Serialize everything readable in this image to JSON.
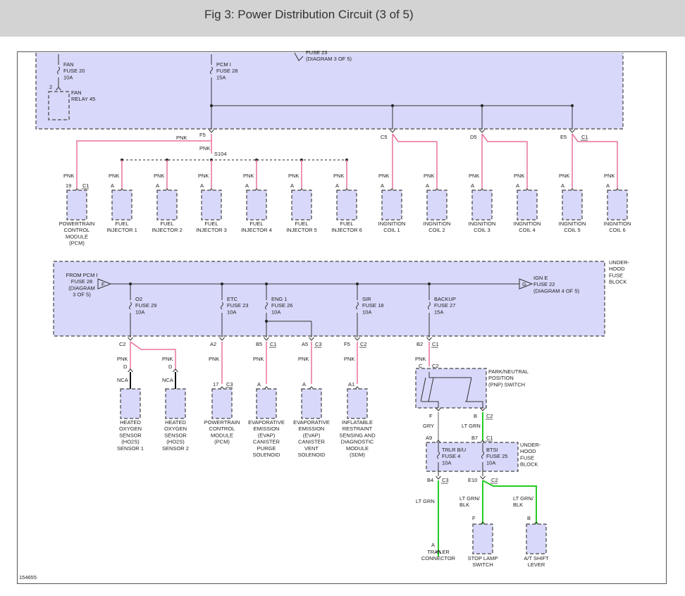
{
  "header": {
    "title": "Fig 3: Power Distribution Circuit (3 of 5)"
  },
  "figure_id": "154655",
  "colors": {
    "pnk": "#e8739a",
    "green": "#22cc22",
    "gray": "#b0b0b0",
    "box_fill": "#d8d8fa",
    "box_border": "#444444"
  },
  "top_block": {
    "fan_fuse": [
      "FAN",
      "FUSE 20",
      "10A"
    ],
    "pin_2": "2",
    "fan_relay": [
      "FAN",
      "RELAY 45"
    ],
    "pcm_fuse": [
      "PCM I",
      "FUSE 28",
      "15A"
    ],
    "partial_fuse": "FUSE 23",
    "diagram_ref": "(DIAGRAM 3 OF 5)"
  },
  "top_connectors": {
    "f5": "F5",
    "c5": "C5",
    "d5": "D5",
    "e5": "E5",
    "c1": "C1"
  },
  "splice": "S104",
  "wire_pnk": "PNK",
  "wire_nca": "NCA",
  "wire_gry": "GRY",
  "wire_lt_grn": "LT GRN",
  "wire_lt_grn_blk": [
    "LT GRN/",
    "BLK"
  ],
  "top_components": [
    {
      "pin": "19",
      "conn": "C1",
      "label": [
        "POWERTRAIN",
        "CONTROL",
        "MODULE",
        "(PCM)"
      ]
    },
    {
      "pin": "A",
      "label": [
        "FUEL",
        "INJECTOR 1"
      ]
    },
    {
      "pin": "A",
      "label": [
        "FUEL",
        "INJECTOR 2"
      ]
    },
    {
      "pin": "A",
      "label": [
        "FUEL",
        "INJECTOR 3"
      ]
    },
    {
      "pin": "A",
      "label": [
        "FUEL",
        "INJECTOR 4"
      ]
    },
    {
      "pin": "A",
      "label": [
        "FUEL",
        "INJECTOR 5"
      ]
    },
    {
      "pin": "A",
      "label": [
        "FUEL",
        "INJECTOR 6"
      ]
    },
    {
      "pin": "A",
      "label": [
        "INGNITION",
        "COIL 1"
      ]
    },
    {
      "pin": "A",
      "label": [
        "INGNITION",
        "COIL 2"
      ]
    },
    {
      "pin": "A",
      "label": [
        "INGNITION",
        "COIL 3"
      ]
    },
    {
      "pin": "A",
      "label": [
        "INGNITION",
        "COIL 4"
      ]
    },
    {
      "pin": "A",
      "label": [
        "INGNITION",
        "COIL 5"
      ]
    },
    {
      "pin": "A",
      "label": [
        "INGNITION",
        "COIL 6"
      ]
    }
  ],
  "underhood_block": {
    "side_label": [
      "UNDER-",
      "HOOD",
      "FUSE",
      "BLOCK"
    ],
    "from_pcm": [
      "FROM PCM I",
      "FUSE 28",
      "(DIAGRAM",
      "3 OF 5)"
    ],
    "arrow_f": "F",
    "arrow_g": "G",
    "ign_e": [
      "IGN E",
      "FUSE 22",
      "(DIAGRAM 4 OF 5)"
    ],
    "fuses": [
      [
        "O2",
        "FUSE 29",
        "10A"
      ],
      [
        "ETC",
        "FUSE 23",
        "10A"
      ],
      [
        "ENG 1",
        "FUSE 26",
        "10A"
      ],
      [
        "SIR",
        "FUSE 18",
        "10A"
      ],
      [
        "BACKUP",
        "FUSE 27",
        "15A"
      ]
    ]
  },
  "mid_connectors": {
    "c2": "C2",
    "a2": "A2",
    "b5": "B5",
    "c1": "C1",
    "a5": "A5",
    "c3": "C3",
    "f5": "F5",
    "c2b": "C2",
    "b2": "B2",
    "c1b": "C1"
  },
  "bottom_components": [
    {
      "pin": "D",
      "label": [
        "HEATED",
        "OXYGEN",
        "SENSOR",
        "(HO2S)",
        "SENSOR 1"
      ]
    },
    {
      "pin": "D",
      "label": [
        "HEATED",
        "OXYGEN",
        "SENSOR",
        "(HO2S)",
        "SENSOR 2"
      ]
    },
    {
      "pin": "17",
      "conn": "C3",
      "label": [
        "POWERTRAIN",
        "CONTROL",
        "MODULE",
        "(PCM)"
      ]
    },
    {
      "pin": "A",
      "label": [
        "EVAPORATIVE",
        "EMISSION",
        "(EVAP)",
        "CANISTER",
        "PURGE",
        "SOLENOID"
      ]
    },
    {
      "pin": "A",
      "label": [
        "EVAPORATIVE",
        "EMISSION",
        "(EVAP)",
        "CANISTER",
        "VENT",
        "SOLENOID"
      ]
    },
    {
      "pin": "A1",
      "label": [
        "INFLATABLE",
        "RESTRAINT",
        "SENSING AND",
        "DIAGNOSTIC",
        "MODULE",
        "(SDM)"
      ]
    }
  ],
  "pnp_switch": {
    "pin_c": "C",
    "conn": "C2",
    "label": [
      "PARK/NEUTRAL",
      "POSITION",
      "(PNP) SWITCH"
    ],
    "pin_f": "F",
    "pin_b": "B",
    "conn_b": "C2"
  },
  "lower_block": {
    "side_label": [
      "UNDER-",
      "HOOD",
      "FUSE",
      "BLOCK"
    ],
    "a9": "A9",
    "b7": "B7",
    "c1": "C1",
    "fuse_trlr": [
      "TRLR B/U",
      "FUSE 4",
      "10A"
    ],
    "fuse_btsi": [
      "BTSI",
      "FUSE 25",
      "10A"
    ],
    "b4": "B4",
    "c3": "C3",
    "e10": "E10",
    "c2": "C2"
  },
  "final_components": {
    "trailer": {
      "pin": "A",
      "label": [
        "TRAILER",
        "CONNECTOR"
      ]
    },
    "stop_lamp": {
      "pin": "F",
      "label": [
        "STOP LAMP",
        "SWITCH"
      ]
    },
    "at_shift": {
      "pin": "B",
      "label": [
        "A/T SHIFT",
        "LEVER"
      ]
    }
  }
}
